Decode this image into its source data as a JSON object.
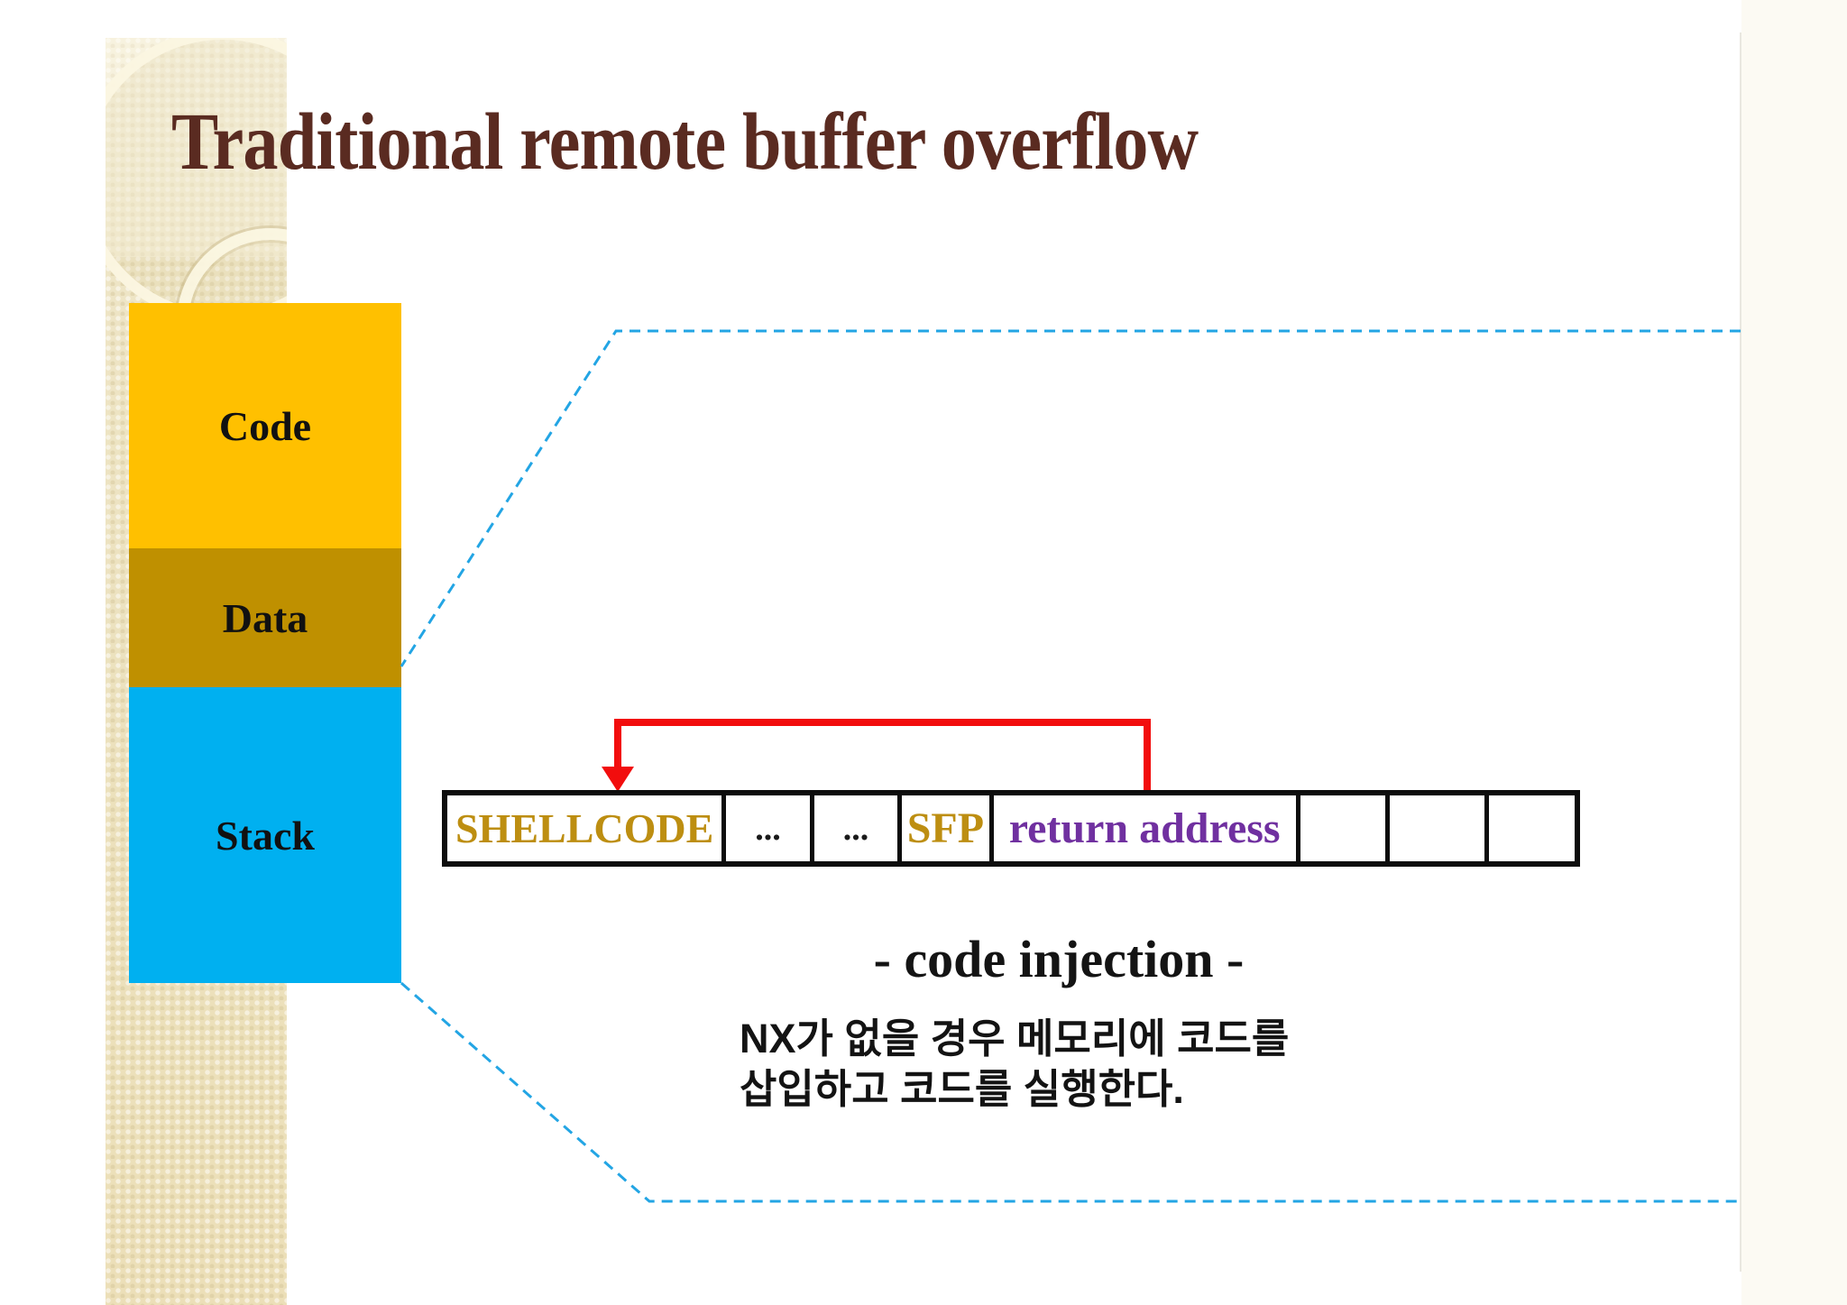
{
  "slide": {
    "title": "Traditional remote buffer overflow"
  },
  "memory_map": {
    "segments": [
      {
        "label": "Code",
        "color": "#FFC000"
      },
      {
        "label": "Data",
        "color": "#BF9000"
      },
      {
        "label": "Stack",
        "color": "#00B0F0"
      }
    ]
  },
  "stack_frame": {
    "cells": [
      {
        "label": "SHELLCODE",
        "color": "#BD8E11"
      },
      {
        "label": "...",
        "color": "#1a1a1a"
      },
      {
        "label": "...",
        "color": "#1a1a1a"
      },
      {
        "label": "SFP",
        "color": "#BD8E11"
      },
      {
        "label": "return address",
        "color": "#7030A0"
      },
      {
        "label": "",
        "color": "#000000"
      },
      {
        "label": "",
        "color": "#000000"
      },
      {
        "label": "",
        "color": "#000000"
      }
    ]
  },
  "annotation": {
    "caption": "- code injection -",
    "description_line1": "NX가 없을 경우 메모리에 코드를",
    "description_line2": "삽입하고 코드를 실행한다."
  },
  "colors": {
    "callout_dash": "#23a5e4",
    "arrow_red": "#f20d0d",
    "title_brown": "#5a2b21"
  }
}
